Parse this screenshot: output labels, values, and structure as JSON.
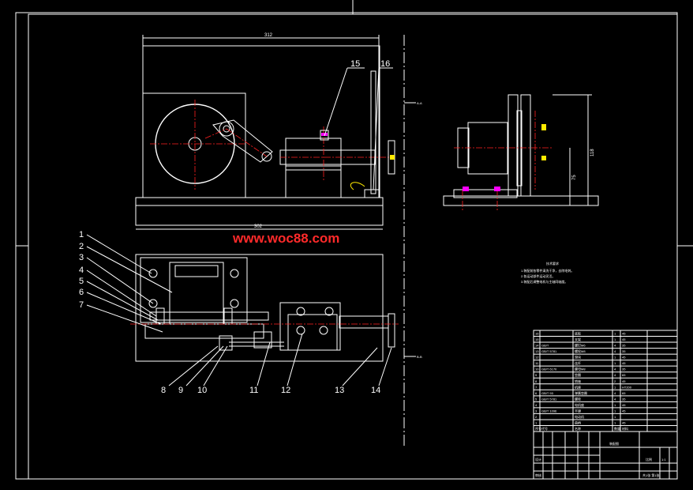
{
  "watermark": "www.woc88.com",
  "dimensions": {
    "top_width": "312",
    "base_width": "302",
    "side_height": "118",
    "side_axis": "75"
  },
  "section_labels": {
    "top": "A-A",
    "bottom": "B-B"
  },
  "notes": {
    "heading": "技术要求",
    "lines": [
      "1.装配前各零件清洗干净，去除毛刺。",
      "2.各运动部件运动灵活。",
      "3.装配后调整电机与主轴同轴度。"
    ]
  },
  "part_callouts": [
    "1",
    "2",
    "3",
    "4",
    "5",
    "6",
    "7",
    "8",
    "9",
    "10",
    "11",
    "12",
    "13",
    "14",
    "15",
    "16"
  ],
  "bom": {
    "rows": [
      {
        "no": "16",
        "code": "",
        "name": "底板",
        "qty": "1",
        "mat": "45"
      },
      {
        "no": "15",
        "code": "",
        "name": "支架",
        "qty": "1",
        "mat": "45"
      },
      {
        "no": "14",
        "code": "GB/T",
        "name": "螺钉M6",
        "qty": "4",
        "mat": "35"
      },
      {
        "no": "13",
        "code": "GB/T 5781",
        "name": "螺栓M8",
        "qty": "4",
        "mat": "35"
      },
      {
        "no": "12",
        "code": "",
        "name": "滑块",
        "qty": "1",
        "mat": "45"
      },
      {
        "no": "11",
        "code": "",
        "name": "连杆",
        "qty": "1",
        "mat": "45"
      },
      {
        "no": "10",
        "code": "GB/T 6170",
        "name": "螺母M8",
        "qty": "4",
        "mat": "35"
      },
      {
        "no": "9",
        "code": "",
        "name": "垫圈",
        "qty": "4",
        "mat": "65"
      },
      {
        "no": "8",
        "code": "",
        "name": "销轴",
        "qty": "2",
        "mat": "45"
      },
      {
        "no": "7",
        "code": "",
        "name": "机座",
        "qty": "1",
        "mat": "HT200"
      },
      {
        "no": "6",
        "code": "GB/T 93",
        "name": "弹簧垫圈",
        "qty": "4",
        "mat": "65"
      },
      {
        "no": "5",
        "code": "GB/T 5781",
        "name": "螺栓",
        "qty": "4",
        "mat": "35"
      },
      {
        "no": "4",
        "code": "",
        "name": "电机座",
        "qty": "1",
        "mat": "45"
      },
      {
        "no": "3",
        "code": "GB/T 1096",
        "name": "平键",
        "qty": "1",
        "mat": "45"
      },
      {
        "no": "2",
        "code": "",
        "name": "电动机",
        "qty": "1",
        "mat": ""
      },
      {
        "no": "1",
        "code": "",
        "name": "曲柄",
        "qty": "1",
        "mat": "45"
      }
    ],
    "header": {
      "no": "序号",
      "code": "代号",
      "name": "名称",
      "qty": "数量",
      "mat": "材料"
    }
  },
  "title_block": {
    "drawing_title": "装配图",
    "scale_label": "比例",
    "scale_value": "1:1",
    "sheet": "共1张 第1张",
    "designer": "设计",
    "checker": "审核"
  }
}
